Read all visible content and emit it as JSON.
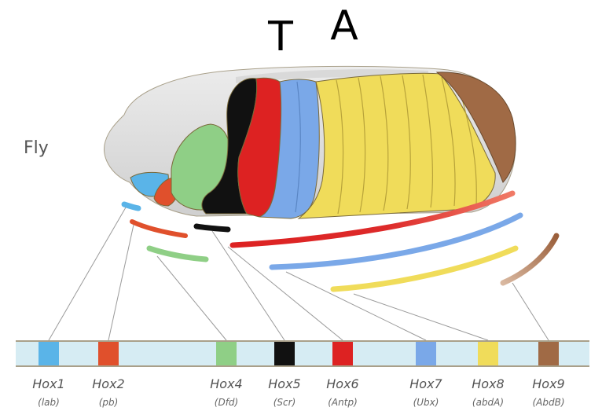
{
  "labels": {
    "T": "T",
    "A": "A",
    "species": "Fly"
  },
  "colors": {
    "hox1": "#5ab4e8",
    "hox2": "#e0502c",
    "hox4": "#8fcf86",
    "hox5": "#111111",
    "hox6": "#dd2222",
    "hox7": "#7aa8e8",
    "hox8": "#f0dc5a",
    "hox9": "#a06a45",
    "chromosome": "#d6ecf3"
  },
  "genes": [
    {
      "key": "hox1",
      "name": "Hox1",
      "product": "(lab)"
    },
    {
      "key": "hox2",
      "name": "Hox2",
      "product": "(pb)"
    },
    {
      "key": "hox4",
      "name": "Hox4",
      "product": "(Dfd)"
    },
    {
      "key": "hox5",
      "name": "Hox5",
      "product": "(Scr)"
    },
    {
      "key": "hox6",
      "name": "Hox6",
      "product": "(Antp)"
    },
    {
      "key": "hox7",
      "name": "Hox7",
      "product": "(Ubx)"
    },
    {
      "key": "hox8",
      "name": "Hox8",
      "product": "(abdA)"
    },
    {
      "key": "hox9",
      "name": "Hox9",
      "product": "(AbdB)"
    }
  ]
}
